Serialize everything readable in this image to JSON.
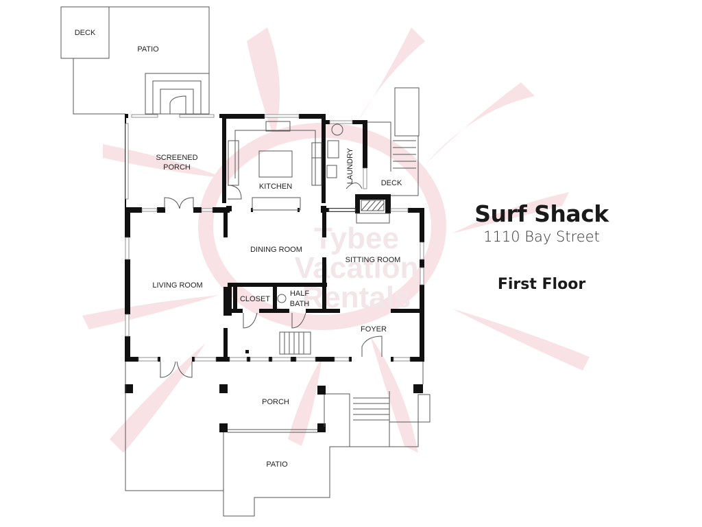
{
  "property": {
    "name": "Surf Shack",
    "address": "1110 Bay Street",
    "floor": "First Floor"
  },
  "watermark": {
    "text_lines": [
      "Tybee",
      "Vacation",
      "Rentals"
    ],
    "color": "#f4d6dc"
  },
  "rooms": {
    "deck_top": "DECK",
    "patio_top": "PATIO",
    "screened_porch_line1": "SCREENED",
    "screened_porch_line2": "PORCH",
    "kitchen": "KITCHEN",
    "laundry": "LAUNDRY",
    "deck_right": "DECK",
    "dining_room": "DINING ROOM",
    "sitting_room": "SITTING ROOM",
    "living_room": "LIVING ROOM",
    "closet": "CLOSET",
    "half_bath_line1": "HALF",
    "half_bath_line2": "BATH",
    "foyer": "FOYER",
    "porch": "PORCH",
    "patio_bottom": "PATIO"
  },
  "colors": {
    "wall": "#111111",
    "line": "#555555",
    "watermark": "#f4d6dc",
    "background": "#ffffff"
  }
}
